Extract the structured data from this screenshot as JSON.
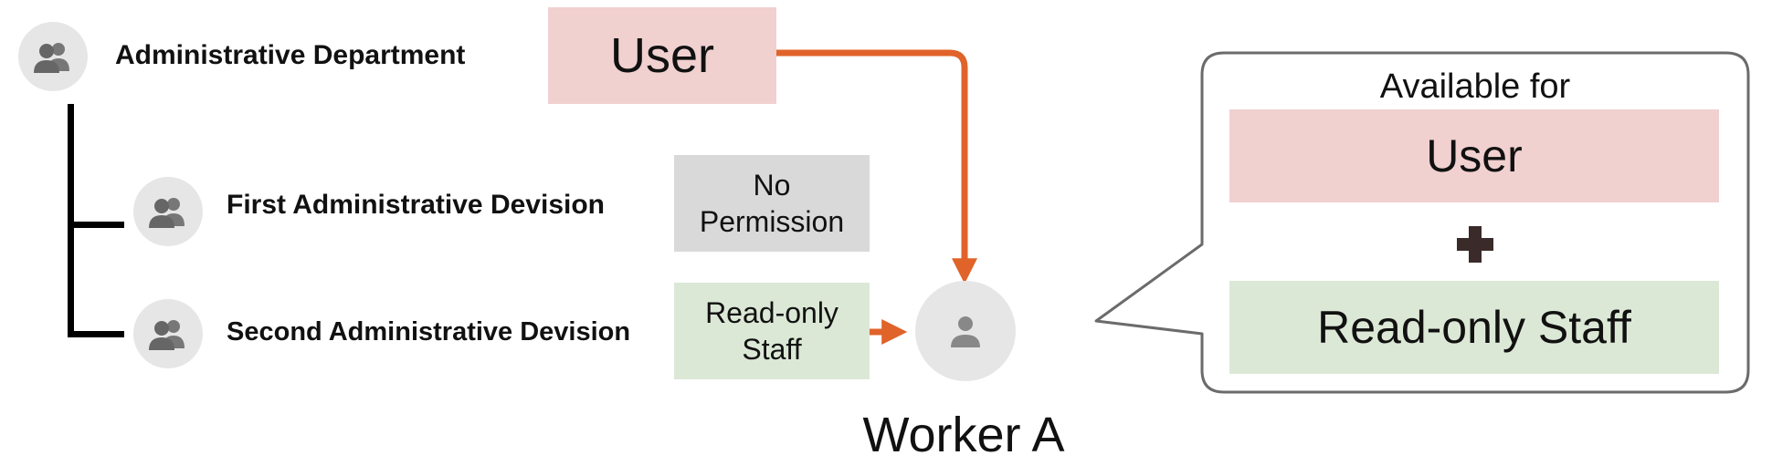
{
  "departments": [
    {
      "label": "Administrative Department",
      "icon": "group-icon"
    },
    {
      "label": "First Administrative Devision",
      "icon": "group-icon"
    },
    {
      "label": "Second Administrative Devision",
      "icon": "group-icon"
    }
  ],
  "roles": {
    "user": "User",
    "no_permission_line1": "No",
    "no_permission_line2": "Permission",
    "read_only_line1": "Read-only",
    "read_only_line2": "Staff"
  },
  "worker": {
    "label": "Worker A",
    "icon": "person-icon"
  },
  "callout": {
    "heading": "Available for",
    "role1": "User",
    "role2": "Read-only Staff",
    "combine_icon": "plus-icon"
  },
  "colors": {
    "user": "#f1d0d0",
    "no_permission": "#d9d9d9",
    "read_only": "#dce8d6",
    "arrow": "#e0632a"
  }
}
